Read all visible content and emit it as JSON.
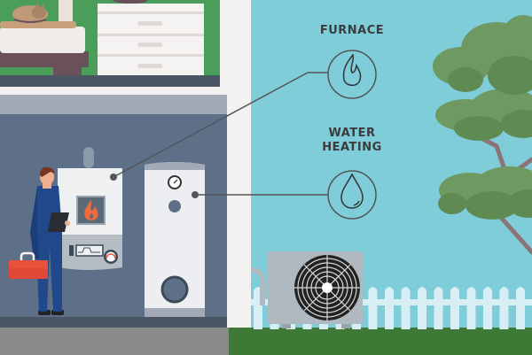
{
  "labels": {
    "furnace": "FURNACE",
    "water_heating_line1": "WATER",
    "water_heating_line2": "HEATING"
  },
  "icons": {
    "furnace": "flame-icon",
    "water_heating": "water-drop-icon"
  },
  "colors": {
    "sky": "#7ecdd9",
    "wall": "#f3f2f0",
    "basement": "#5e7088",
    "basement_top": "#a3a9b5",
    "floor": "#4a5664",
    "concrete": "#8a8a88",
    "grass": "#3e7a35",
    "bedroom_wall": "#4a9e5a",
    "tree_light": "#6e9a62",
    "tree_dark": "#5f8a52",
    "trunk": "#8c7378",
    "fence": "#d6eef4",
    "toolbox": "#e8503a",
    "flame": "#f06a3c",
    "overall": "#20488a",
    "line": "#555558"
  }
}
